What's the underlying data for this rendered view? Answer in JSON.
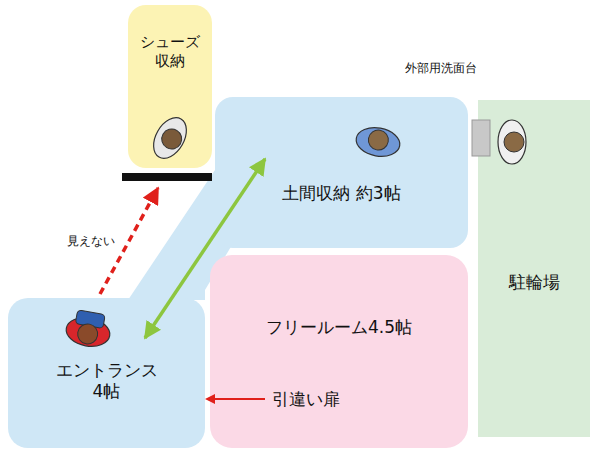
{
  "diagram": {
    "nodes": [
      {
        "text": [
          "シューズ 収納"
        ]
      },
      {
        "text": [
          "土間収納 約3帖"
        ]
      },
      {
        "text": [
          "エントランス 4帖"
        ]
      },
      {
        "text": [
          "フリールーム4.5帖"
        ]
      },
      {
        "text": [
          "駐輪場"
        ]
      }
    ],
    "edges": [
      {
        "from": 2,
        "to": 1,
        "arrow": "both"
      },
      {
        "from": 2,
        "to": 0,
        "arrow": "to",
        "label": "見えない"
      }
    ],
    "labels": [
      "外部用洗面台",
      "引違い扉"
    ]
  }
}
